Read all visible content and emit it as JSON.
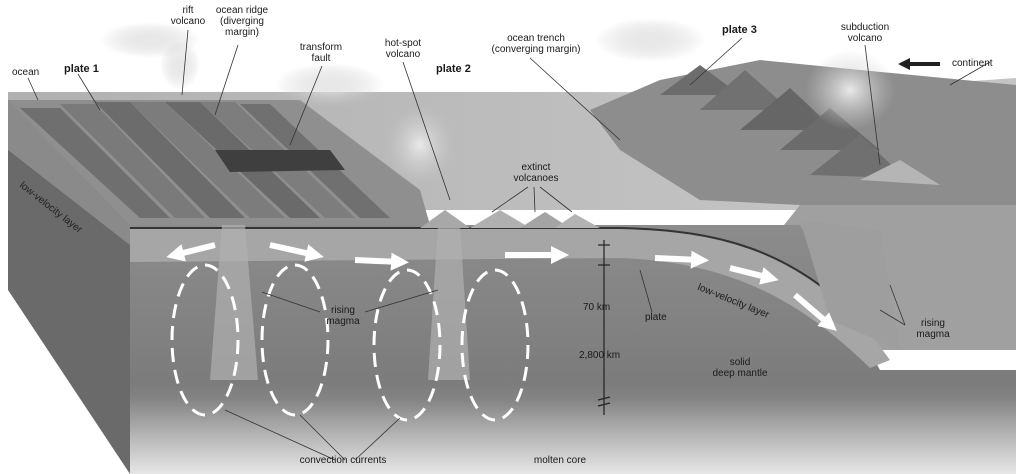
{
  "labels": {
    "ocean": "ocean",
    "plate1": "plate 1",
    "rift_volcano": "rift\nvolcano",
    "ocean_ridge": "ocean ridge\n(diverging\nmargin)",
    "transform_fault": "transform\nfault",
    "hotspot_volcano": "hot-spot\nvolcano",
    "plate2": "plate 2",
    "ocean_trench": "ocean trench\n(converging margin)",
    "plate3": "plate 3",
    "subduction_volcano": "subduction\nvolcano",
    "continent": "continent",
    "low_velocity_layer_left": "low-velocity layer",
    "extinct_volcanoes": "extinct\nvolcanoes",
    "rising_magma_left": "rising\nmagma",
    "km70": "70 km",
    "plate_label": "plate",
    "low_velocity_layer_right": "low-velocity layer",
    "rising_magma_right": "rising\nmagma",
    "km2800": "2,800 km",
    "solid_deep_mantle": "solid\ndeep mantle",
    "convection_currents": "convection currents",
    "molten_core": "molten core"
  },
  "colors": {
    "ocean_surface": "#b9b9b9",
    "plate": "#9a9a9a",
    "low_velocity": "#a8a8a8",
    "mantle": "#7f7f7f",
    "core_glow": "#d8d8d8",
    "side_face": "#5e5e5e",
    "arrows": "#ffffff"
  }
}
